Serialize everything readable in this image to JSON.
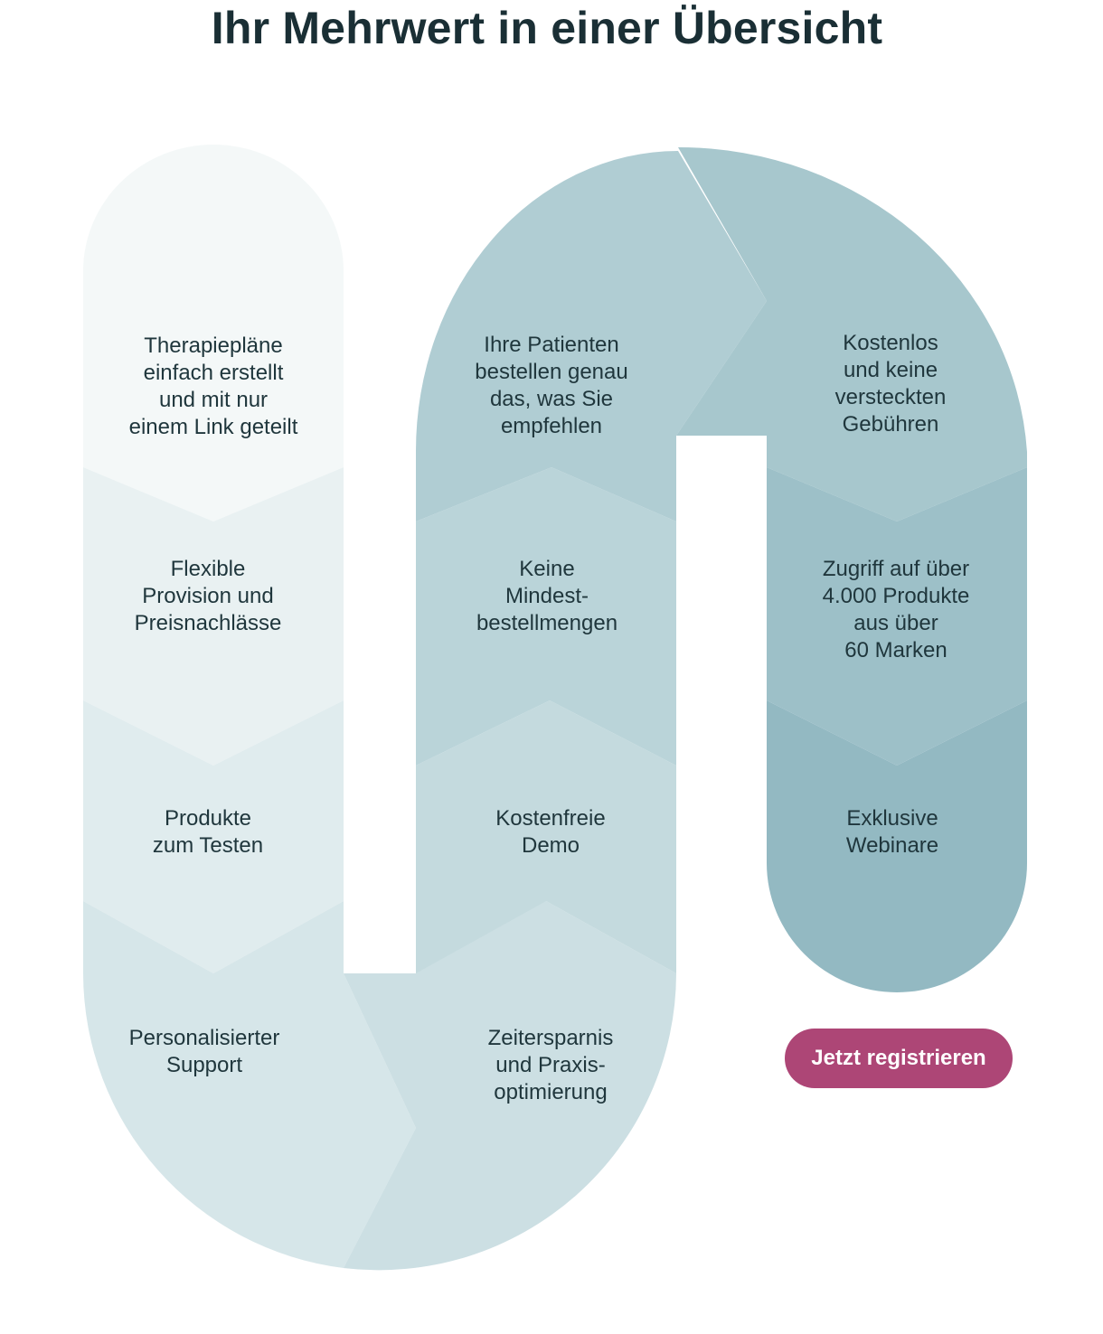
{
  "title": "Ihr Mehrwert in einer Übersicht",
  "steps": [
    {
      "text": "Therapiepläne\neinfach erstellt\nund mit nur\neinem Link geteilt",
      "color": "#f4f8f8"
    },
    {
      "text": "Flexible\nProvision und\nPreisnachlässe",
      "color": "#e9f1f2"
    },
    {
      "text": "Produkte\nzum Testen",
      "color": "#e0ecee"
    },
    {
      "text": "Personalisierter\nSupport",
      "color": "#d6e6e9"
    },
    {
      "text": "Zeitersparnis\nund Praxis-\noptimierung",
      "color": "#ccdfe3"
    },
    {
      "text": "Kostenfreie\nDemo",
      "color": "#c4dade"
    },
    {
      "text": "Keine\nMindest-\nbestellmengen",
      "color": "#bad4d9"
    },
    {
      "text": "Ihre Patienten\nbestellen genau\ndas, was Sie\nempfehlen",
      "color": "#b0cdd3"
    },
    {
      "text": "Kostenlos\nund keine\nversteckten\nGebühren",
      "color": "#a7c7cd"
    },
    {
      "text": "Zugriff auf über\n4.000 Produkte\naus über\n60 Marken",
      "color": "#9dc0c8"
    },
    {
      "text": "Exklusive\nWebinare",
      "color": "#93b9c2"
    }
  ],
  "cta": {
    "label": "Jetzt registrieren",
    "color": "#ad4676"
  }
}
